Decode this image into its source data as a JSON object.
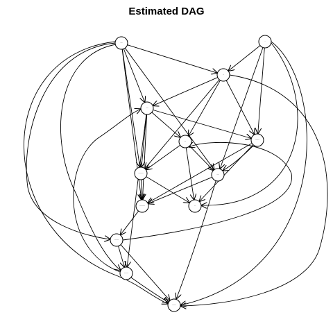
{
  "title": "Estimated DAG",
  "nodes": [
    {
      "id": "n1",
      "label": "----"
    },
    {
      "id": "n2",
      "label": "-"
    },
    {
      "id": "n3",
      "label": "--"
    },
    {
      "id": "n4",
      "label": "----"
    },
    {
      "id": "n5",
      "label": "---"
    },
    {
      "id": "n6",
      "label": "-------"
    },
    {
      "id": "n7",
      "label": "---------"
    },
    {
      "id": "n8",
      "label": "----"
    },
    {
      "id": "n9",
      "label": "----------"
    },
    {
      "id": "n10",
      "label": "--"
    },
    {
      "id": "n11",
      "label": "--------"
    },
    {
      "id": "n12",
      "label": "--------"
    },
    {
      "id": "n13",
      "label": "-------"
    }
  ],
  "edges": [
    [
      "n1",
      "n3"
    ],
    [
      "n1",
      "n4"
    ],
    [
      "n1",
      "n7"
    ],
    [
      "n1",
      "n8"
    ],
    [
      "n1",
      "n9"
    ],
    [
      "n1",
      "n11"
    ],
    [
      "n1",
      "n12"
    ],
    [
      "n1",
      "n13"
    ],
    [
      "n2",
      "n3"
    ],
    [
      "n2",
      "n6"
    ],
    [
      "n2",
      "n8"
    ],
    [
      "n2",
      "n10"
    ],
    [
      "n2",
      "n13"
    ],
    [
      "n3",
      "n4"
    ],
    [
      "n3",
      "n5"
    ],
    [
      "n3",
      "n6"
    ],
    [
      "n3",
      "n7"
    ],
    [
      "n3",
      "n13"
    ],
    [
      "n4",
      "n5"
    ],
    [
      "n4",
      "n6"
    ],
    [
      "n4",
      "n7"
    ],
    [
      "n4",
      "n9"
    ],
    [
      "n4",
      "n12"
    ],
    [
      "n5",
      "n7"
    ],
    [
      "n5",
      "n8"
    ],
    [
      "n5",
      "n10"
    ],
    [
      "n6",
      "n8"
    ],
    [
      "n6",
      "n9"
    ],
    [
      "n6",
      "n10"
    ],
    [
      "n7",
      "n9"
    ],
    [
      "n7",
      "n10"
    ],
    [
      "n8",
      "n9"
    ],
    [
      "n8",
      "n13"
    ],
    [
      "n9",
      "n11"
    ],
    [
      "n11",
      "n5"
    ],
    [
      "n11",
      "n12"
    ],
    [
      "n11",
      "n13"
    ],
    [
      "n12",
      "n4"
    ],
    [
      "n12",
      "n13"
    ]
  ]
}
